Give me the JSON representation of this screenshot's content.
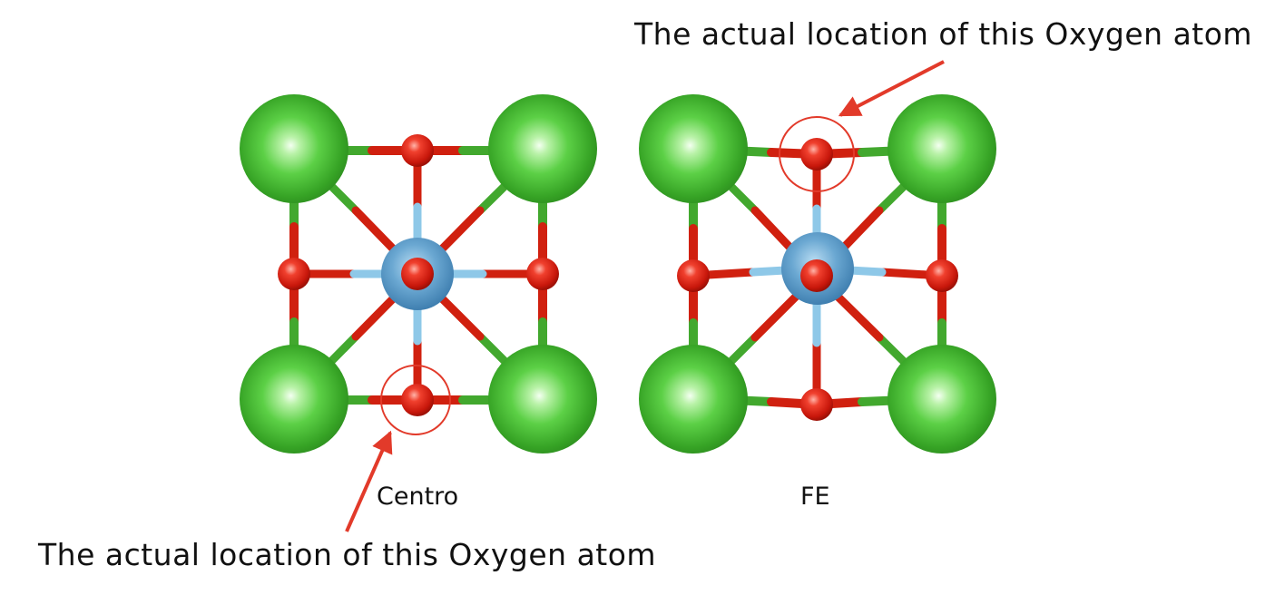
{
  "annotations": {
    "top": "The actual location of this Oxygen atom",
    "bottom": "The actual location of this Oxygen atom"
  },
  "panels": {
    "centro": {
      "label": "Centro"
    },
    "fe": {
      "label": "FE"
    }
  },
  "colors": {
    "corner_atom": "#3fb62d",
    "oxygen_atom": "#e01b10",
    "center_atom": "#5a9cc9",
    "bond_green": "#42a82e",
    "bond_red": "#d0200f",
    "bond_blue": "#8ec8e8",
    "marker": "#e23a2a",
    "background": "#ffffff"
  }
}
